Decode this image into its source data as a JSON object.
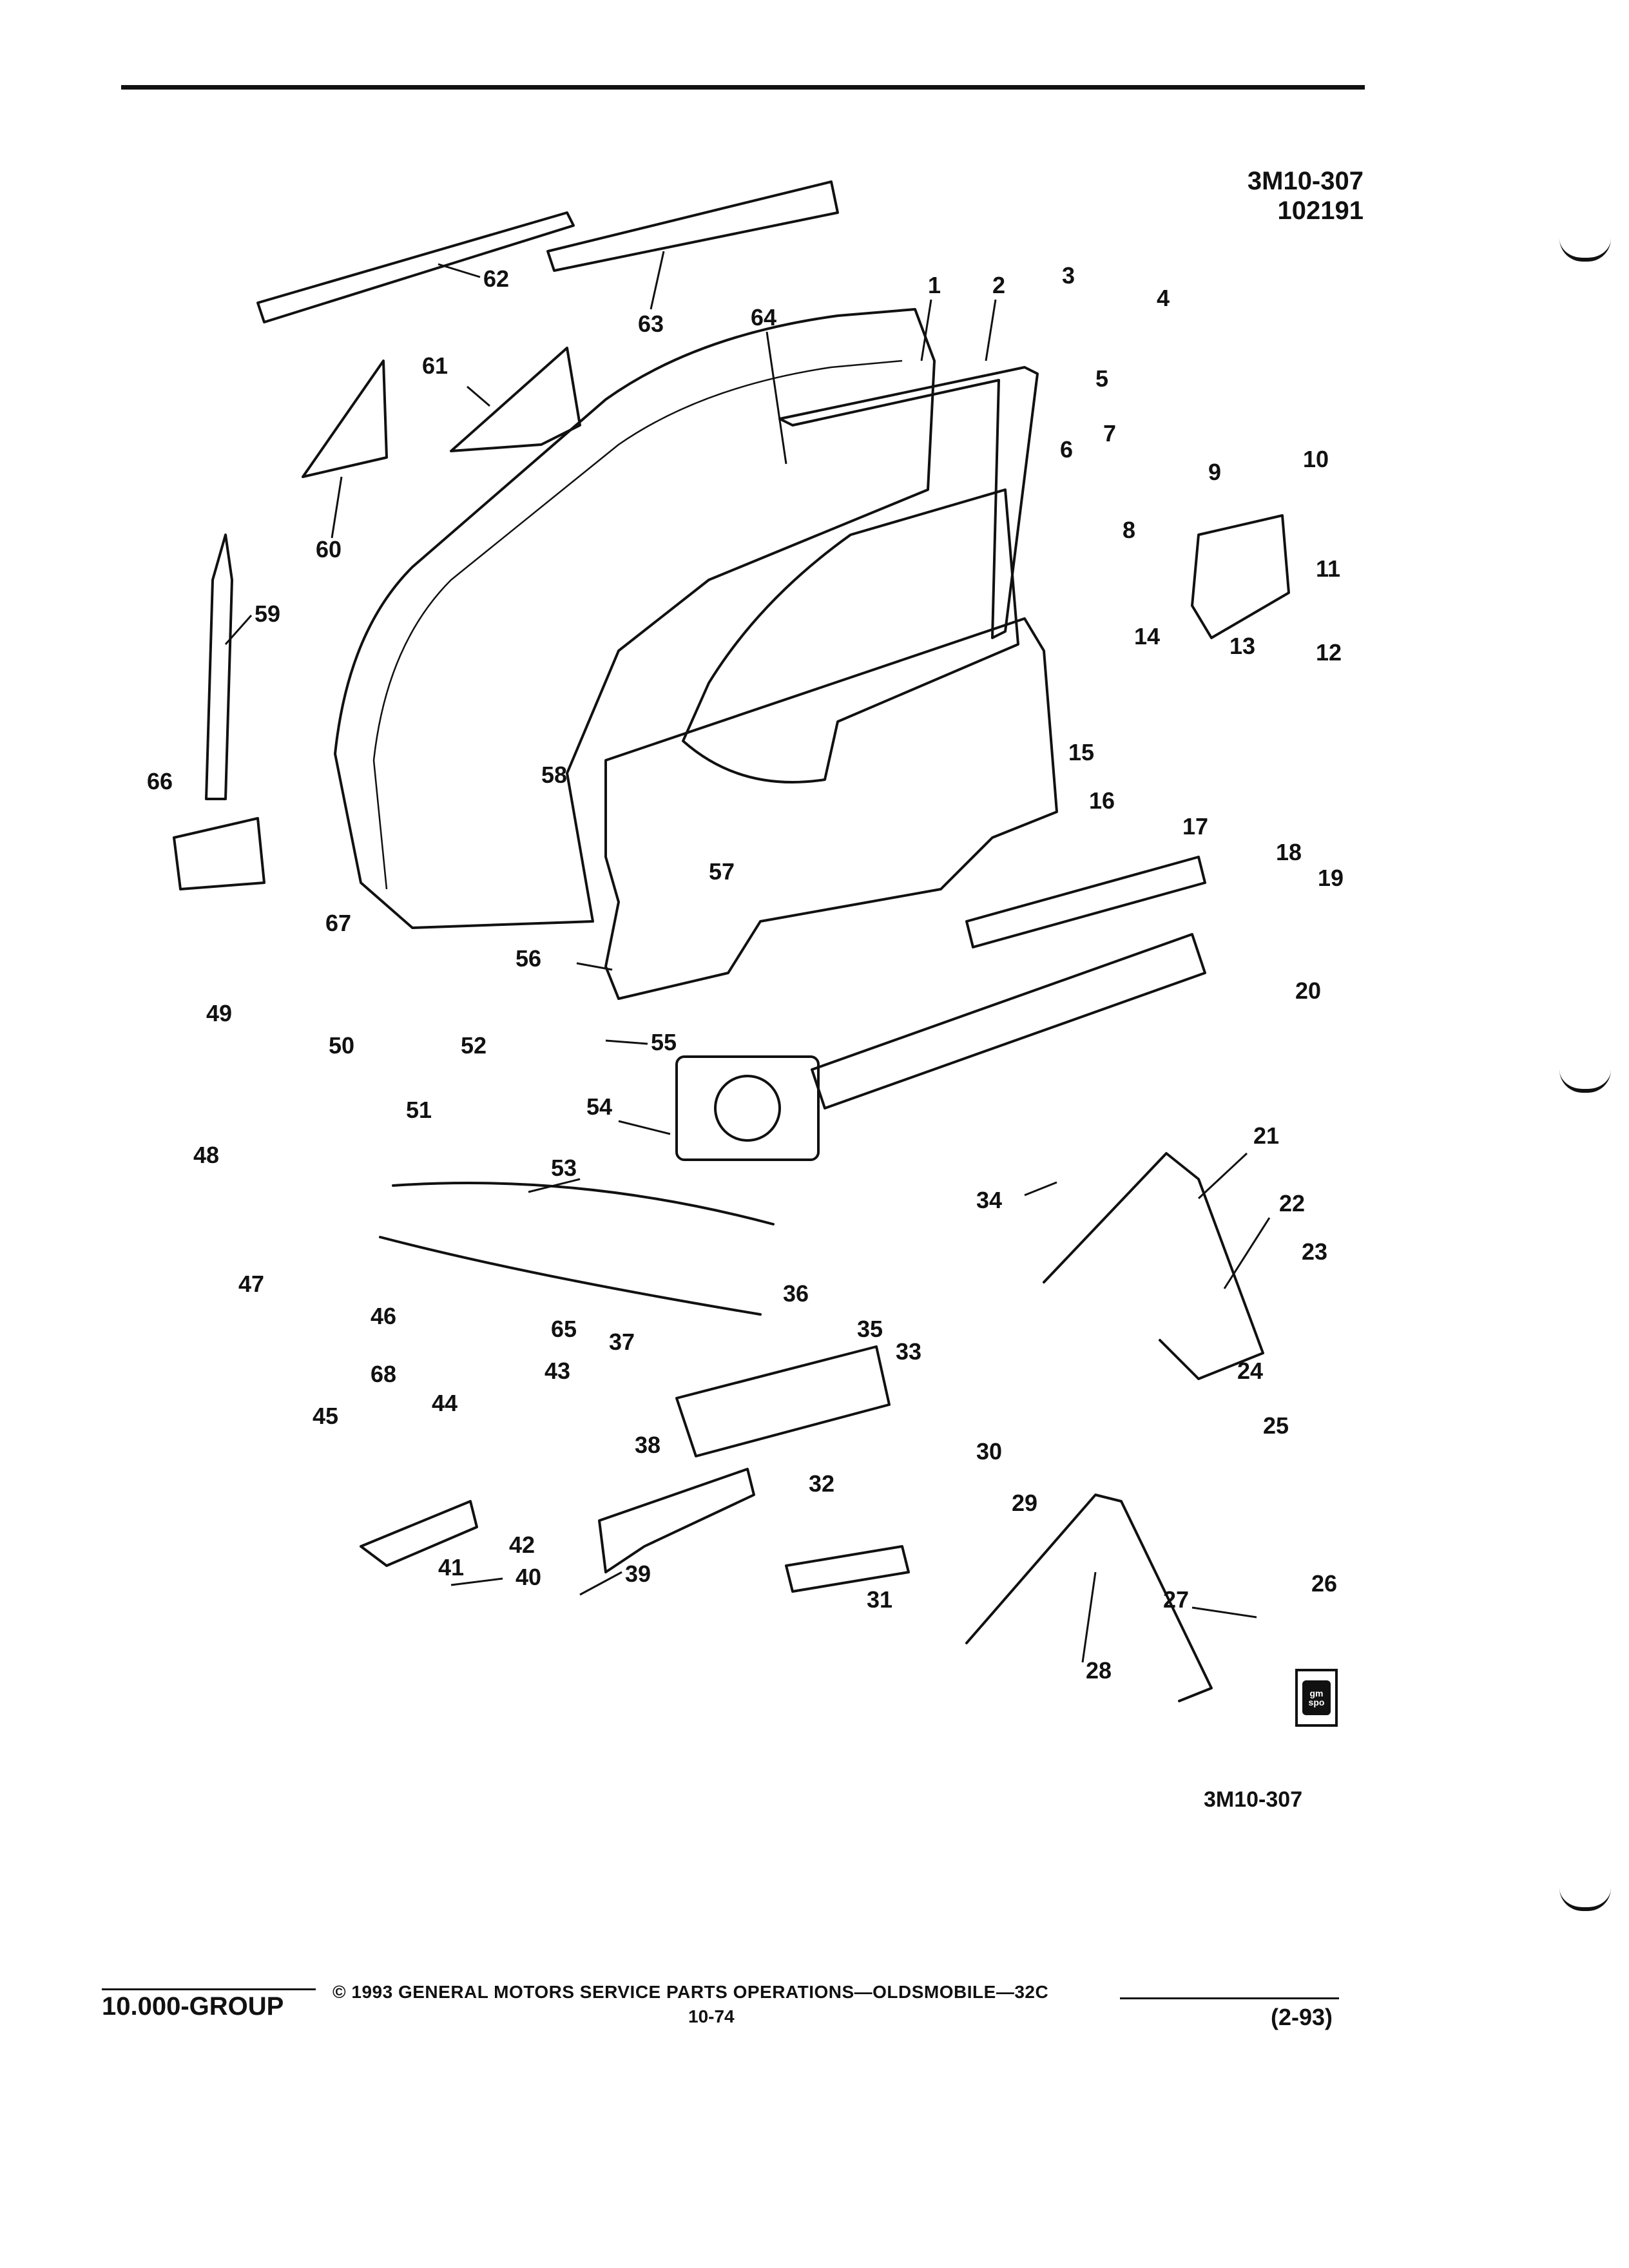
{
  "header": {
    "figure_id": "3M10-307",
    "date_code": "102191"
  },
  "diagram": {
    "figure_label": "3M10-307",
    "callouts": [
      "1",
      "2",
      "3",
      "4",
      "5",
      "6",
      "7",
      "8",
      "9",
      "10",
      "11",
      "12",
      "13",
      "14",
      "15",
      "16",
      "17",
      "18",
      "19",
      "20",
      "21",
      "22",
      "23",
      "24",
      "25",
      "26",
      "27",
      "28",
      "29",
      "30",
      "31",
      "32",
      "33",
      "34",
      "35",
      "36",
      "37",
      "38",
      "39",
      "40",
      "41",
      "42",
      "43",
      "44",
      "45",
      "46",
      "47",
      "48",
      "49",
      "50",
      "51",
      "52",
      "53",
      "54",
      "55",
      "56",
      "57",
      "58",
      "59",
      "60",
      "61",
      "62",
      "63",
      "64",
      "65",
      "66",
      "67",
      "68"
    ]
  },
  "logo": {
    "text": "gm spo"
  },
  "footer": {
    "group": "10.000-GROUP",
    "copyright": "© 1993 GENERAL MOTORS SERVICE PARTS OPERATIONS—OLDSMOBILE—32C",
    "page": "10-74",
    "date": "(2-93)"
  }
}
